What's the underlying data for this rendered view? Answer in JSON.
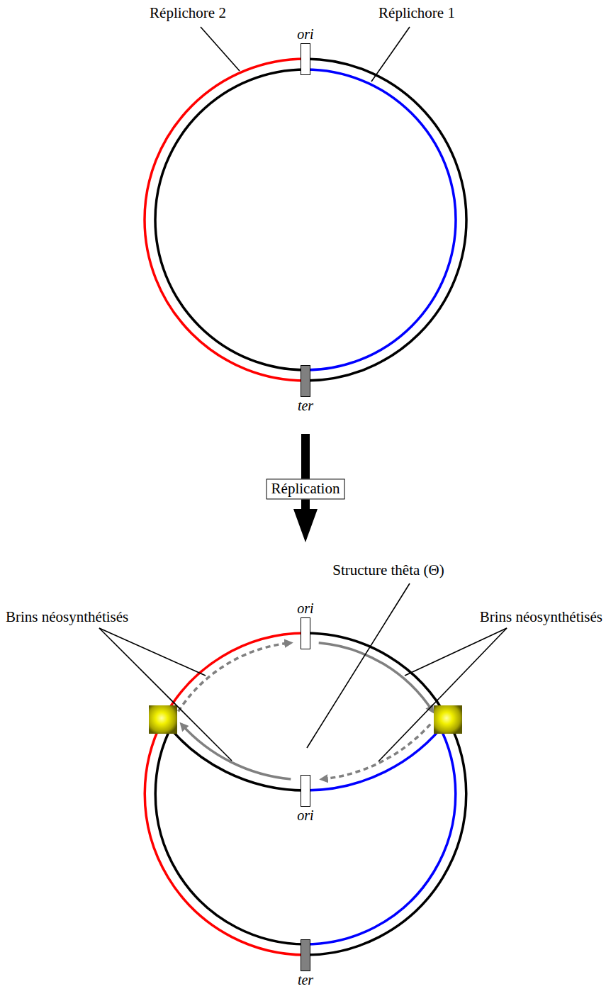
{
  "diagram": {
    "nodes": [
      {
        "text": [
          "ori"
        ]
      },
      {
        "text": [
          "ter"
        ]
      },
      {
        "text": [
          "Réplication"
        ]
      },
      {
        "text": [
          "ori"
        ]
      },
      {
        "text": [
          "ori"
        ]
      },
      {
        "text": [
          "ter"
        ]
      }
    ],
    "labels": [
      "Réplichore 2",
      "Réplichore 1",
      "Structure thêta (Θ)",
      "Brins néosynthétisés",
      "Brins néosynthétisés"
    ]
  }
}
